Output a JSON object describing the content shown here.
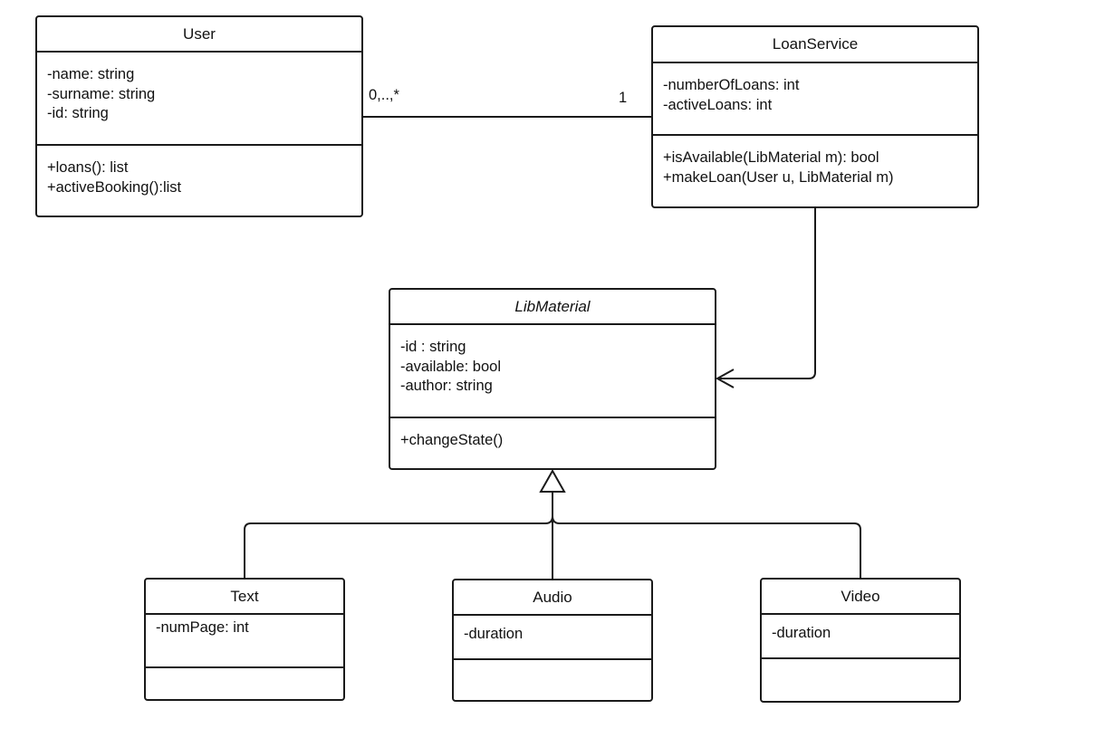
{
  "diagram": {
    "classes": {
      "user": {
        "name": "User",
        "attributes": [
          "-name: string",
          "-surname: string",
          "-id: string"
        ],
        "operations": [
          "+loans(): list",
          "+activeBooking():list"
        ]
      },
      "loan_service": {
        "name": "LoanService",
        "attributes": [
          "-numberOfLoans: int",
          "-activeLoans: int"
        ],
        "operations": [
          "+isAvailable(LibMaterial m): bool",
          "+makeLoan(User u, LibMaterial m)"
        ]
      },
      "lib_material": {
        "name": "LibMaterial",
        "abstract": true,
        "attributes": [
          "-id : string",
          "-available: bool",
          "-author: string"
        ],
        "operations": [
          "+changeState()"
        ]
      },
      "text": {
        "name": "Text",
        "attributes": [
          "-numPage: int"
        ],
        "operations": []
      },
      "audio": {
        "name": "Audio",
        "attributes": [
          "-duration"
        ],
        "operations": []
      },
      "video": {
        "name": "Video",
        "attributes": [
          "-duration"
        ],
        "operations": []
      }
    },
    "relationships": {
      "user_loan_association": {
        "type": "association",
        "from": "User",
        "to": "LoanService",
        "from_multiplicity": "0,..,*",
        "to_multiplicity": "1"
      },
      "loan_libmaterial_association": {
        "type": "directed-association",
        "from": "LoanService",
        "to": "LibMaterial"
      },
      "generalization": {
        "type": "generalization",
        "parent": "LibMaterial",
        "children": [
          "Text",
          "Audio",
          "Video"
        ]
      }
    },
    "line_color": "#1a1a1a"
  }
}
